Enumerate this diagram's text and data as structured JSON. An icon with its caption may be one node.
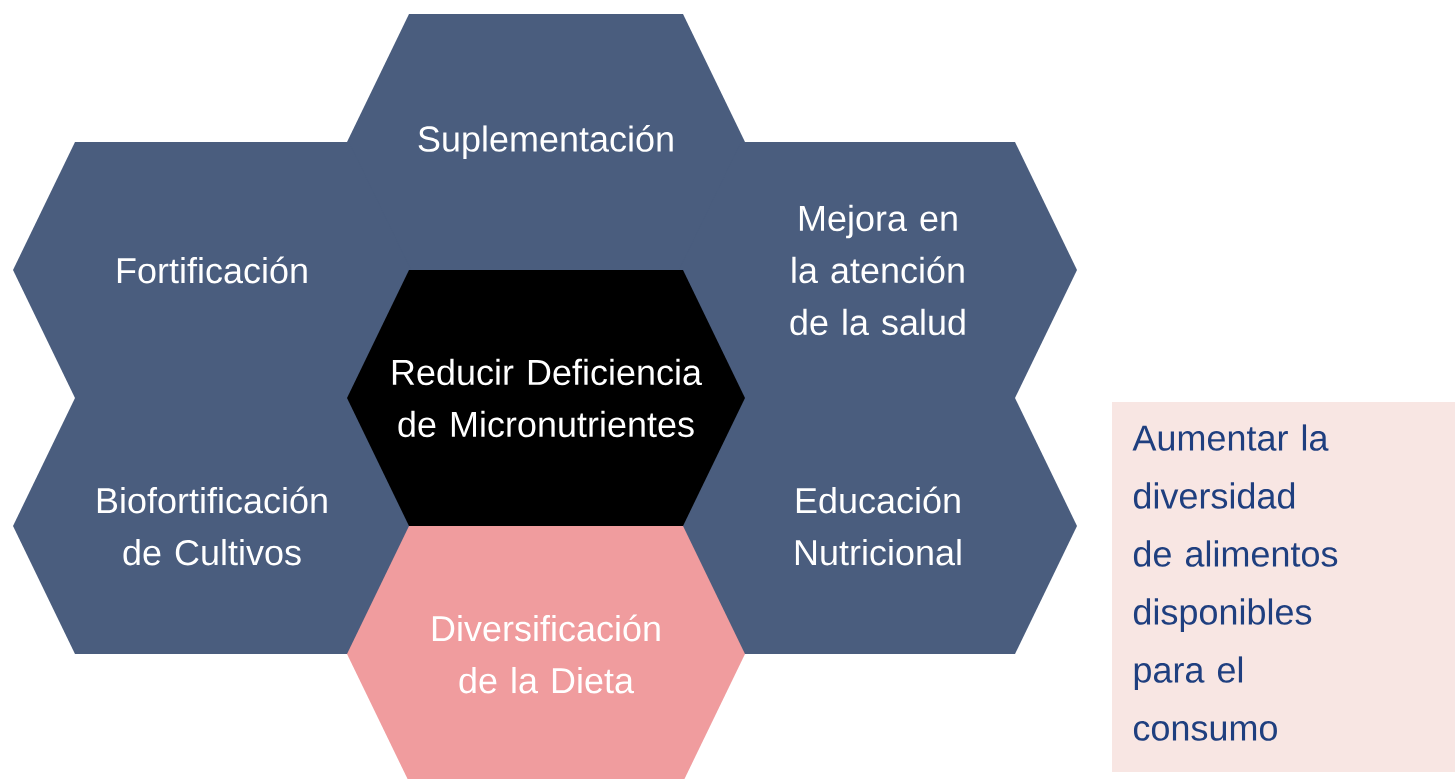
{
  "diagram": {
    "nodes": [
      {
        "text": [
          "Suplementación"
        ]
      },
      {
        "text": [
          "Fortificación"
        ]
      },
      {
        "text": [
          "Mejora en la atención de la salud"
        ]
      },
      {
        "text": [
          "Reducir Deficiencia de Micronutrientes"
        ]
      },
      {
        "text": [
          "Biofortificación de Cultivos"
        ]
      },
      {
        "text": [
          "Educación Nutricional"
        ]
      },
      {
        "text": [
          "Diversificación de la Dieta"
        ]
      },
      {
        "text": [
          "Aumentar la diversidad de alimentos disponibles para el consumo"
        ]
      }
    ]
  }
}
